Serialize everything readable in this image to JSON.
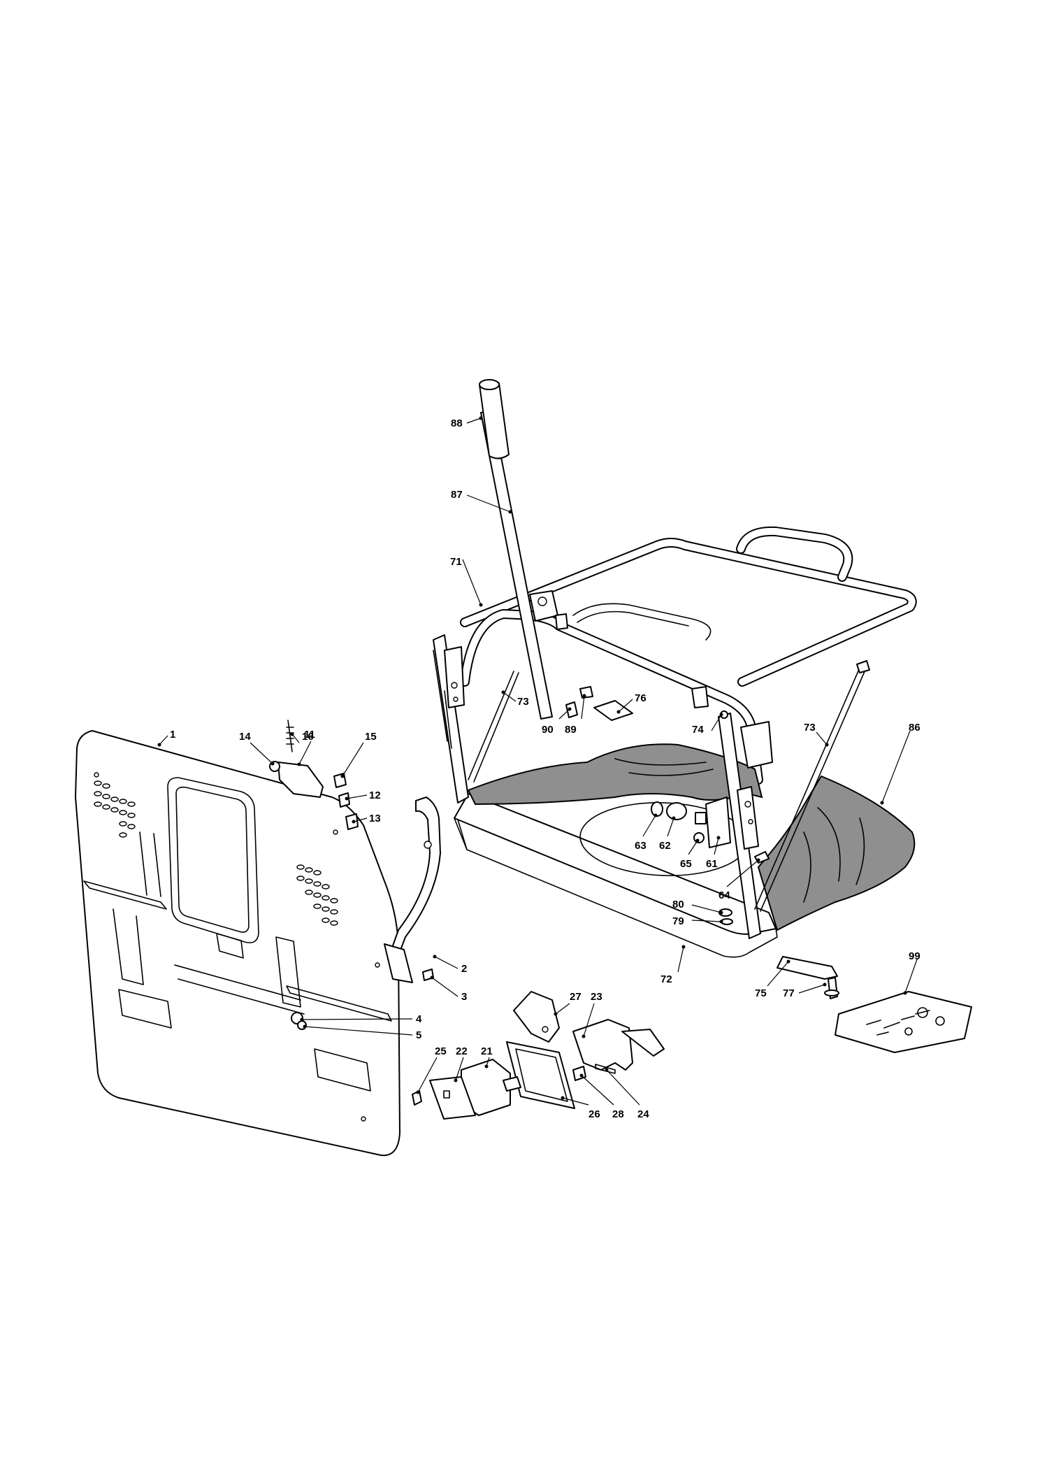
{
  "callouts": [
    {
      "label": "1"
    },
    {
      "label": "2"
    },
    {
      "label": "3"
    },
    {
      "label": "4"
    },
    {
      "label": "5"
    },
    {
      "label": "11"
    },
    {
      "label": "12"
    },
    {
      "label": "13"
    },
    {
      "label": "14"
    },
    {
      "label": "15"
    },
    {
      "label": "16"
    },
    {
      "label": "21"
    },
    {
      "label": "22"
    },
    {
      "label": "23"
    },
    {
      "label": "24"
    },
    {
      "label": "25"
    },
    {
      "label": "26"
    },
    {
      "label": "27"
    },
    {
      "label": "28"
    },
    {
      "label": "61"
    },
    {
      "label": "62"
    },
    {
      "label": "63"
    },
    {
      "label": "64"
    },
    {
      "label": "65"
    },
    {
      "label": "71"
    },
    {
      "label": "72"
    },
    {
      "label": "73"
    },
    {
      "label": "73"
    },
    {
      "label": "74"
    },
    {
      "label": "75"
    },
    {
      "label": "76"
    },
    {
      "label": "77"
    },
    {
      "label": "79"
    },
    {
      "label": "80"
    },
    {
      "label": "86"
    },
    {
      "label": "87"
    },
    {
      "label": "88"
    },
    {
      "label": "89"
    },
    {
      "label": "90"
    },
    {
      "label": "99"
    }
  ]
}
